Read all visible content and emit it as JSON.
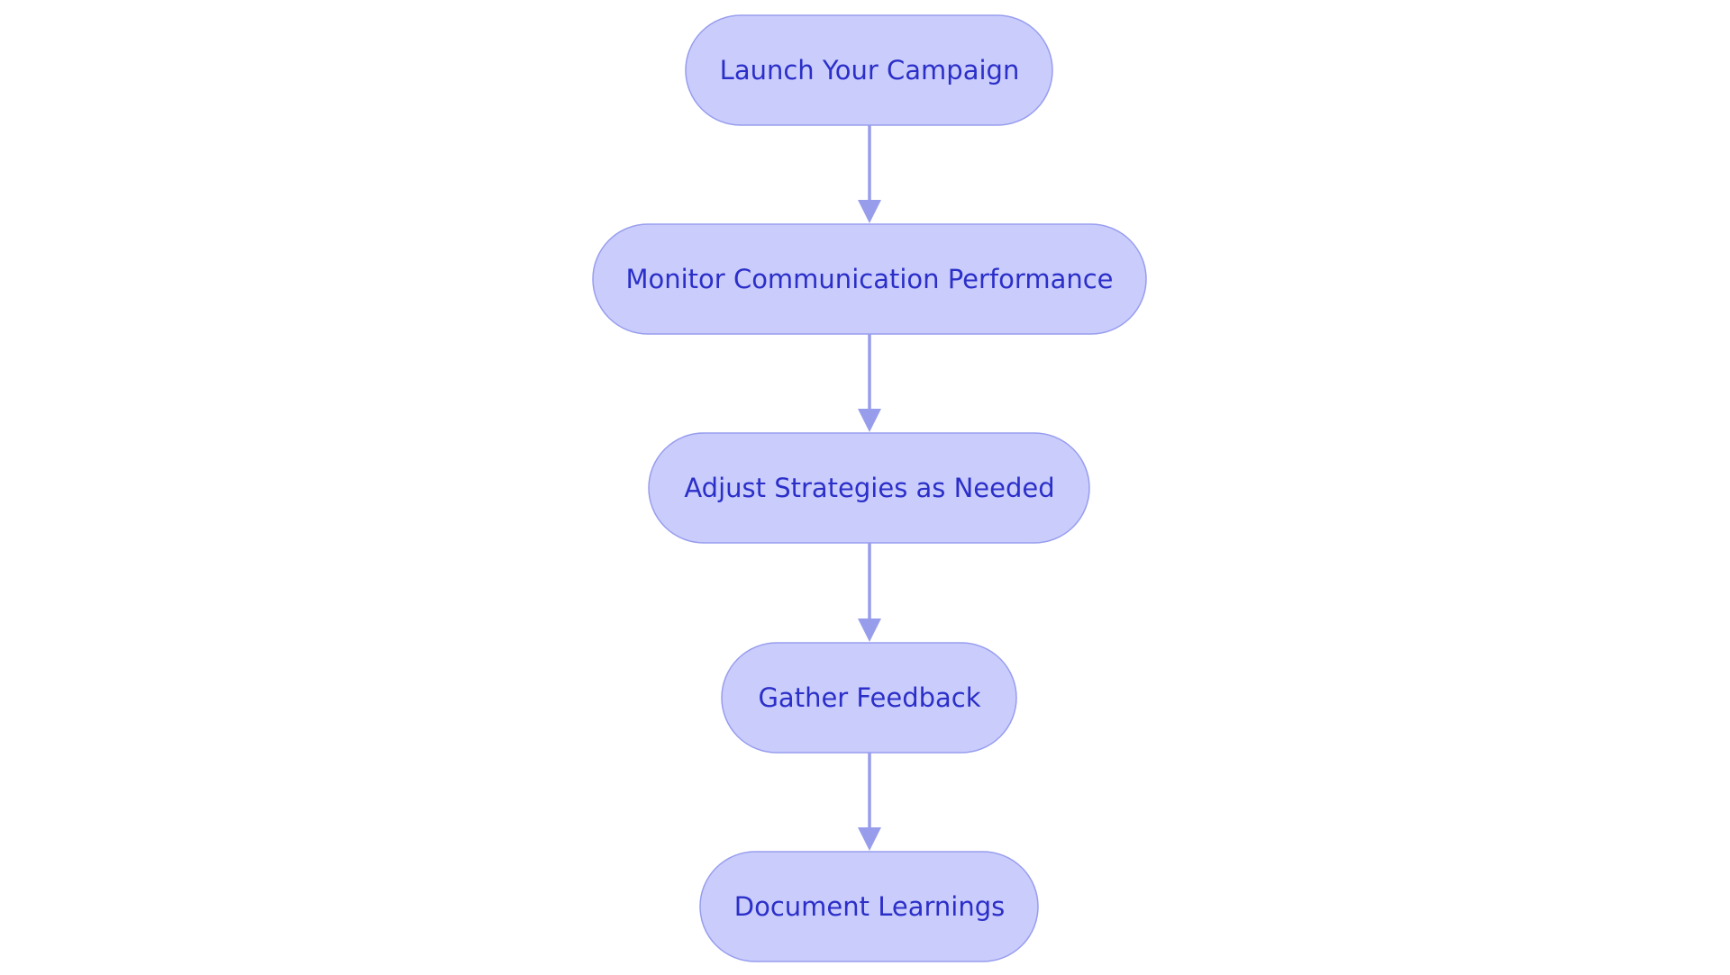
{
  "diagram": {
    "type": "flowchart",
    "direction": "top-to-bottom",
    "colors": {
      "node_fill": "#cacdfc",
      "node_border": "#979dee",
      "node_text": "#2b2fc8",
      "edge": "#989deb",
      "background": "#ffffff"
    },
    "nodes": [
      {
        "id": "launch",
        "label": "Launch Your Campaign"
      },
      {
        "id": "monitor",
        "label": "Monitor Communication Performance"
      },
      {
        "id": "adjust",
        "label": "Adjust Strategies as Needed"
      },
      {
        "id": "gather",
        "label": "Gather Feedback"
      },
      {
        "id": "document",
        "label": "Document Learnings"
      }
    ],
    "edges": [
      {
        "from": "launch",
        "to": "monitor"
      },
      {
        "from": "monitor",
        "to": "adjust"
      },
      {
        "from": "adjust",
        "to": "gather"
      },
      {
        "from": "gather",
        "to": "document"
      }
    ]
  }
}
